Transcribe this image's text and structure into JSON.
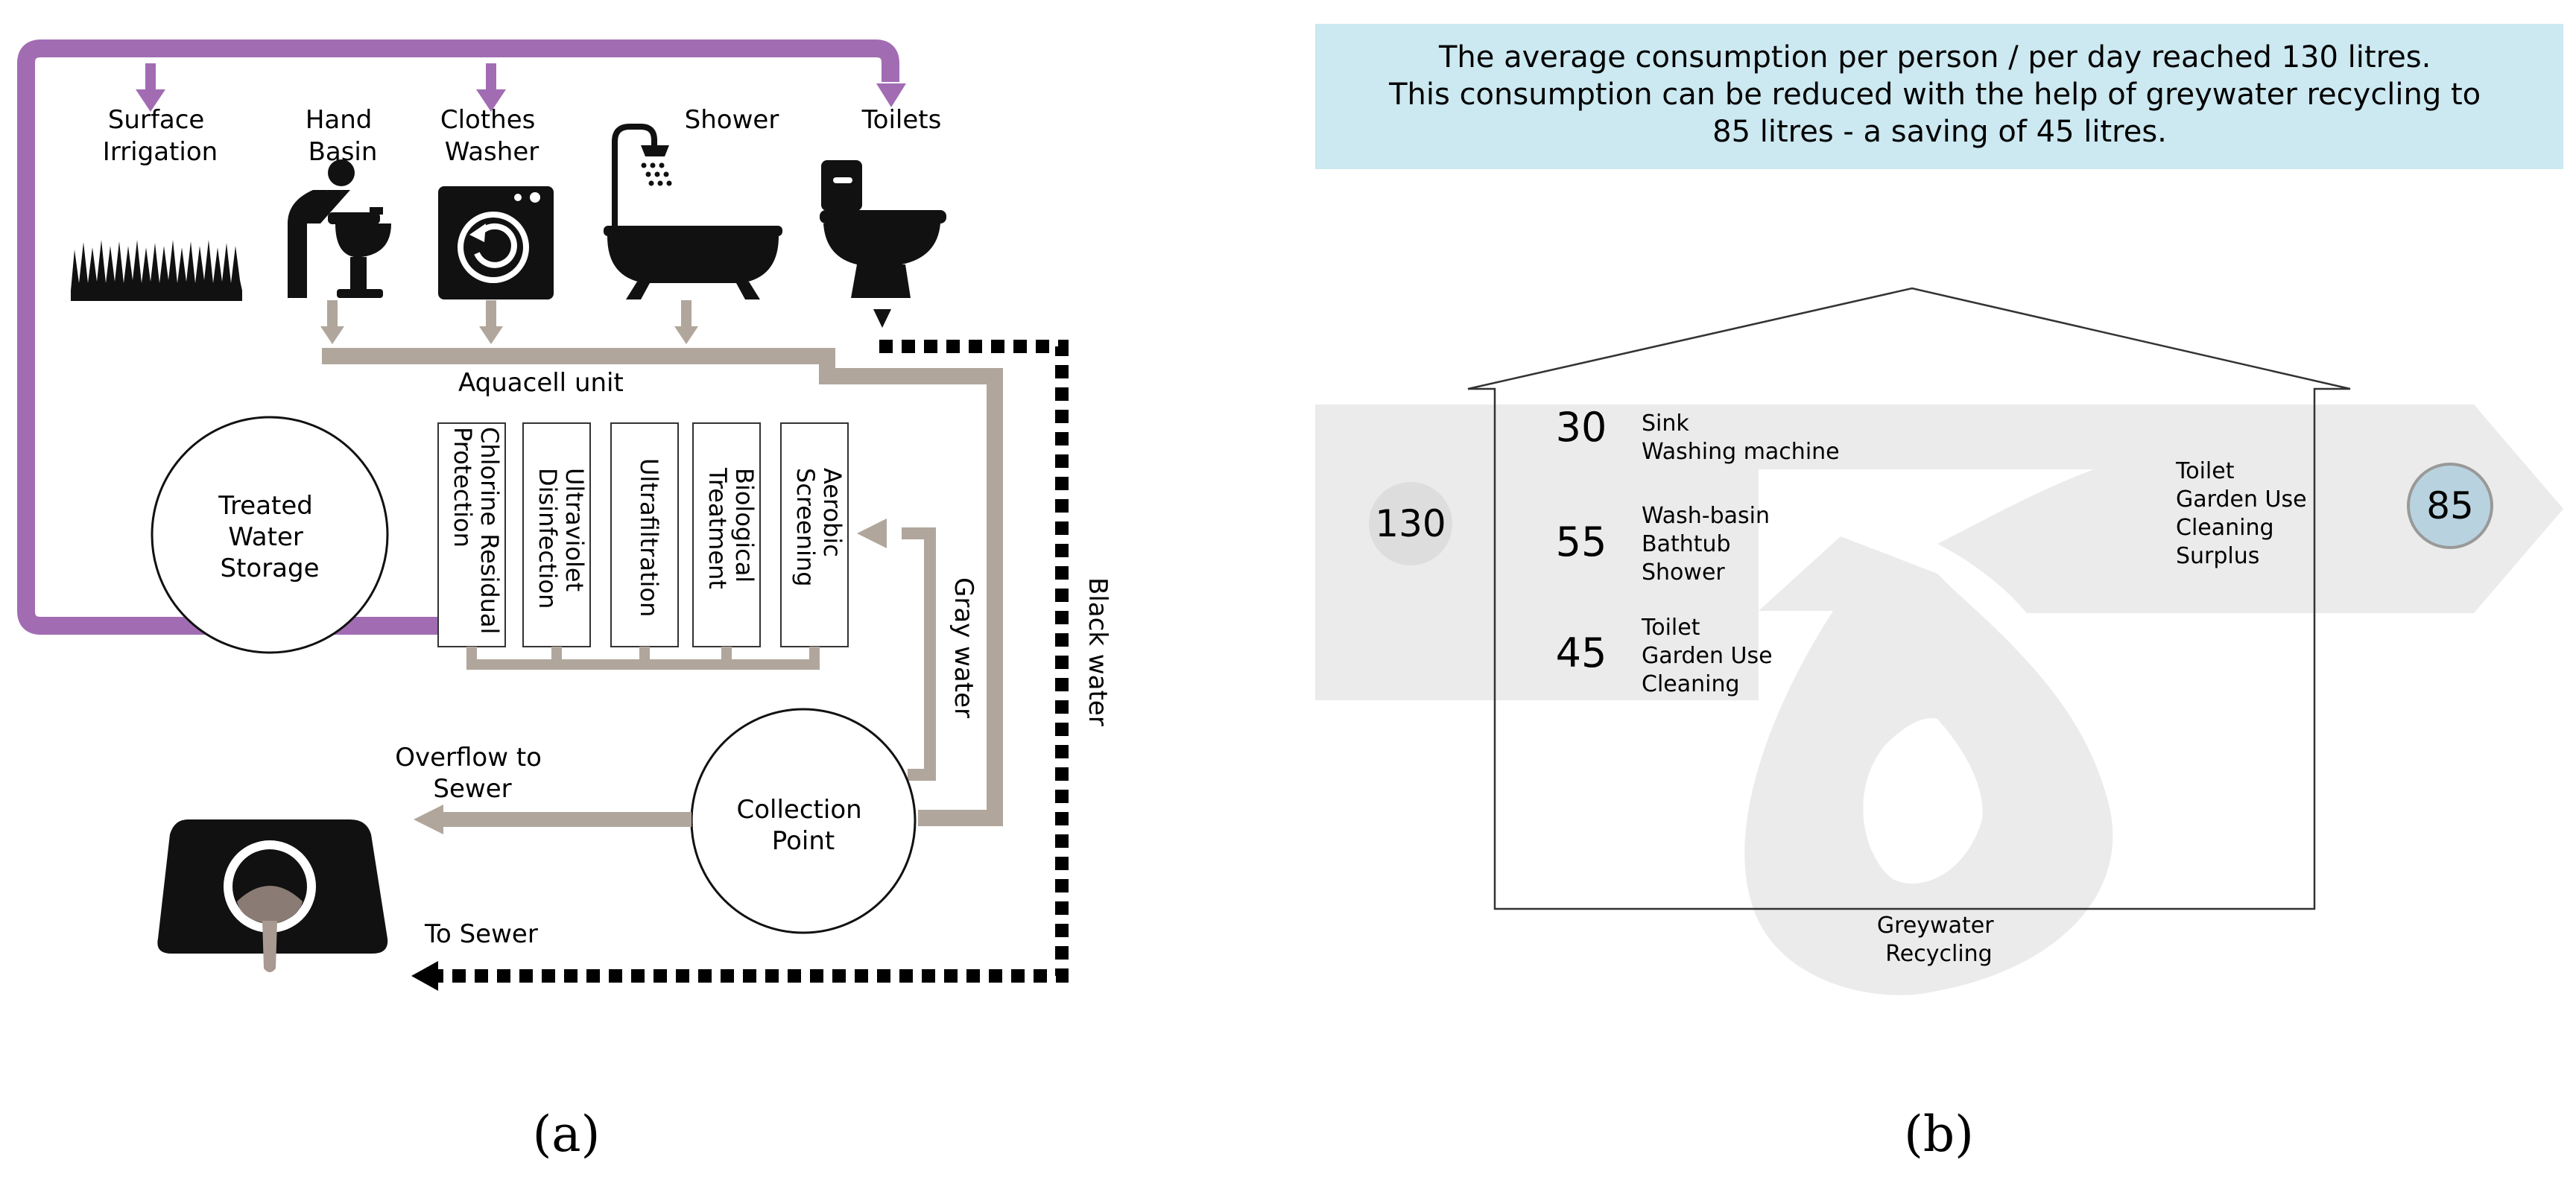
{
  "panel_a": {
    "fixtures": {
      "surface_irrigation": [
        "Surface",
        "Irrigation"
      ],
      "hand_basin": [
        "Hand",
        "Basin"
      ],
      "clothes_washer": [
        "Clothes",
        "Washer"
      ],
      "shower": "Shower",
      "toilets": "Toilets"
    },
    "aquacell_unit": "Aquacell unit",
    "treatment_steps": [
      "Chlorine Residual Protection",
      "Ultraviolet Disinfection",
      "Ultrafiltration",
      "Biological Treatment",
      "Aerobic Screening"
    ],
    "treated_water_storage": [
      "Treated",
      "Water",
      "Storage"
    ],
    "collection_point": [
      "Collection",
      "Point"
    ],
    "gray_water": "Gray water",
    "black_water": "Black water",
    "overflow_to_sewer": [
      "Overflow to",
      "Sewer"
    ],
    "to_sewer": "To Sewer",
    "colors": {
      "purple": "#a26cb3",
      "gray_pipe": "#b0a69c",
      "black": "#000000"
    },
    "label": "(a)"
  },
  "panel_b": {
    "banner": [
      "The average consumption per person / per day reached 130 litres.",
      "This consumption can be reduced with the help of greywater recycling to",
      "85 litres - a saving of 45 litres."
    ],
    "input_value": "130",
    "output_value": "85",
    "uses": [
      {
        "value": "30",
        "lines": [
          "Sink",
          "Washing machine"
        ]
      },
      {
        "value": "55",
        "lines": [
          "Wash-basin",
          "Bathtub",
          "Shower"
        ]
      },
      {
        "value": "45",
        "lines": [
          "Toilet",
          "Garden Use",
          "Cleaning"
        ]
      }
    ],
    "right_uses": [
      "Toilet",
      "Garden Use",
      "Cleaning",
      "Surplus"
    ],
    "greywater_recycling": [
      "Greywater",
      "Recycling"
    ],
    "colors": {
      "banner": "#cce8f0",
      "flow": "#ebebeb",
      "circle_in": "#dddddd",
      "circle_out": "#b8d3df"
    },
    "label": "(b)"
  }
}
